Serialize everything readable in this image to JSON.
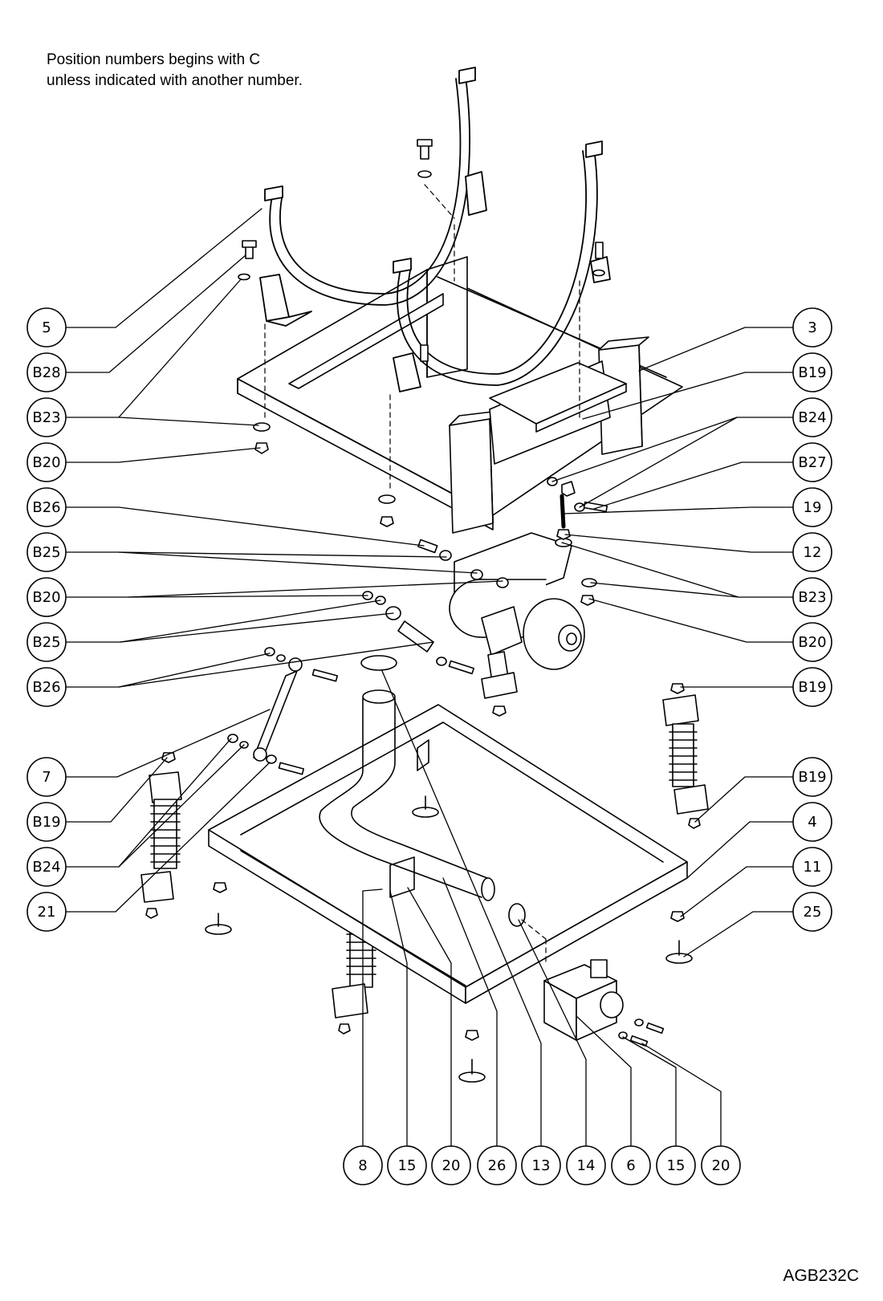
{
  "note": {
    "line1": "Position numbers begins with C",
    "line2": "unless indicated with another number."
  },
  "document_id": "AGB232C",
  "callouts": {
    "left": [
      "5",
      "B28",
      "B23",
      "B20",
      "B26",
      "B25",
      "B20",
      "B25",
      "B26",
      "7",
      "B19",
      "B24",
      "21"
    ],
    "right": [
      "3",
      "B19",
      "B24",
      "B27",
      "19",
      "12",
      "B23",
      "B20",
      "B19",
      "B19",
      "4",
      "11",
      "25"
    ],
    "bottom": [
      "8",
      "15",
      "20",
      "26",
      "13",
      "14",
      "6",
      "15",
      "20"
    ]
  }
}
